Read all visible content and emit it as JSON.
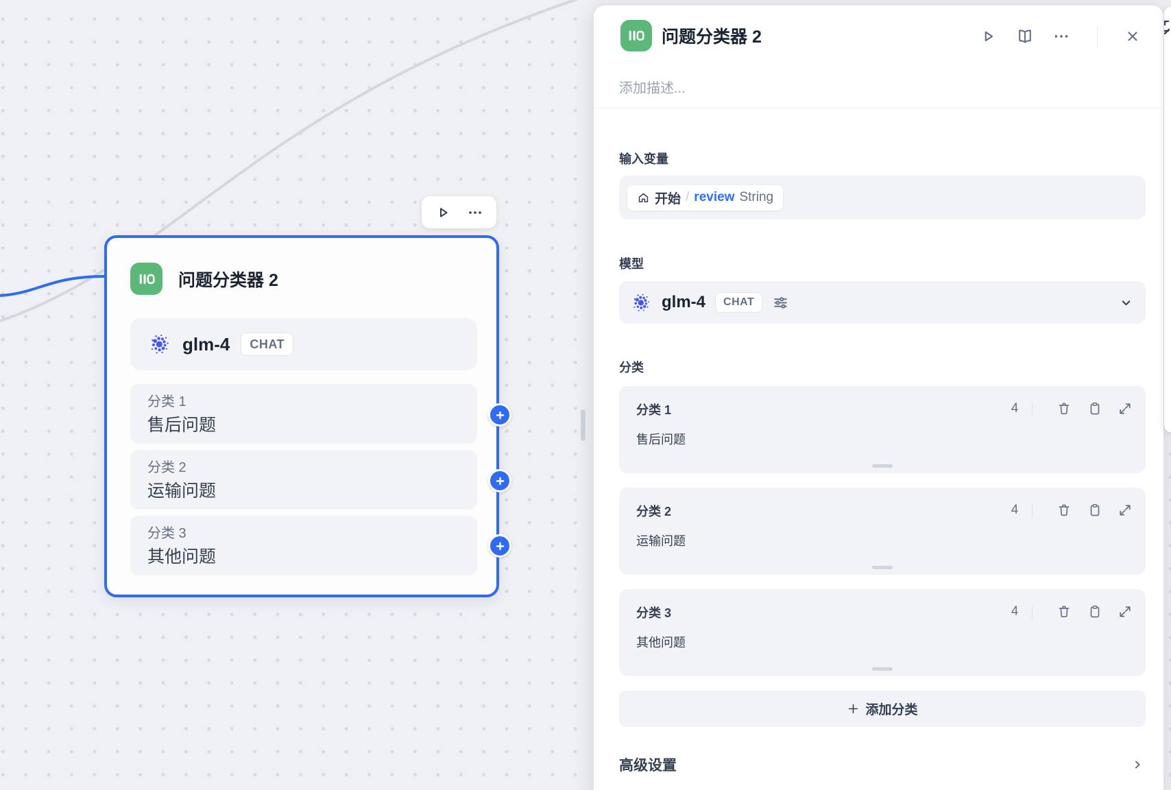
{
  "colors": {
    "blue": "#2f6bf6",
    "green": "#5bb878",
    "canvas": "#eef0f3",
    "dot": "#d7dade",
    "tp": "#354052",
    "ts": "#667085",
    "tt": "#98a2b3",
    "field": "#f1f3f6",
    "edge": "#d4d8de",
    "review": "#2970ff",
    "title": "#1b2433",
    "border": "#e2e5ea"
  },
  "node": {
    "title": "问题分类器 2",
    "model_name": "glm-4",
    "model_mode": "CHAT"
  },
  "panel": {
    "title": "问题分类器 2",
    "description_placeholder": "添加描述...",
    "input_section": {
      "label": "输入变量",
      "source_node": "开始",
      "separator": "/",
      "variable": "review",
      "type": "String"
    },
    "model_section": {
      "label": "模型",
      "model_name": "glm-4",
      "model_mode": "CHAT"
    },
    "category_section": {
      "label": "分类",
      "add_button": "添加分类",
      "add_plus": "＋"
    },
    "advanced_label": "高级设置"
  },
  "categories": [
    {
      "label": "分类 1",
      "text": "售后问题",
      "count": "4"
    },
    {
      "label": "分类 2",
      "text": "运输问题",
      "count": "4"
    },
    {
      "label": "分类 3",
      "text": "其他问题",
      "count": "4"
    }
  ]
}
